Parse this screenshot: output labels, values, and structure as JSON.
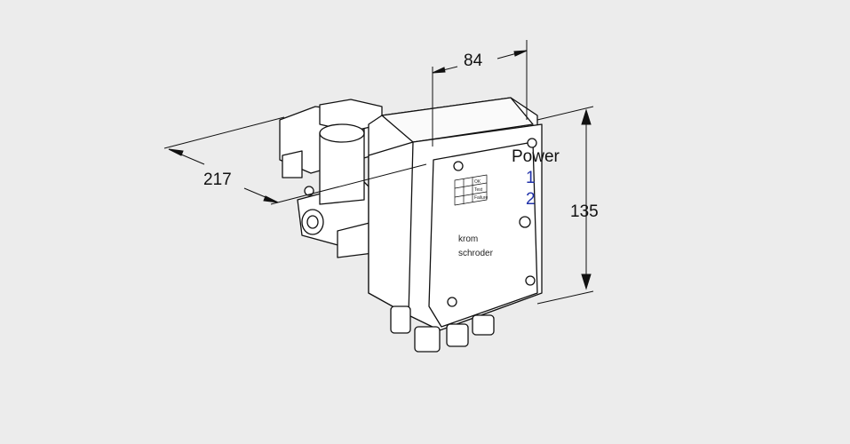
{
  "dimensions": {
    "width": "84",
    "depth": "217",
    "height": "135"
  },
  "panel": {
    "power_label": "Power",
    "channel_1": "1",
    "channel_2": "2",
    "status_labels": [
      "OK",
      "Test",
      "Failure"
    ],
    "brand_line1": "krom",
    "brand_line2": "schroder"
  }
}
